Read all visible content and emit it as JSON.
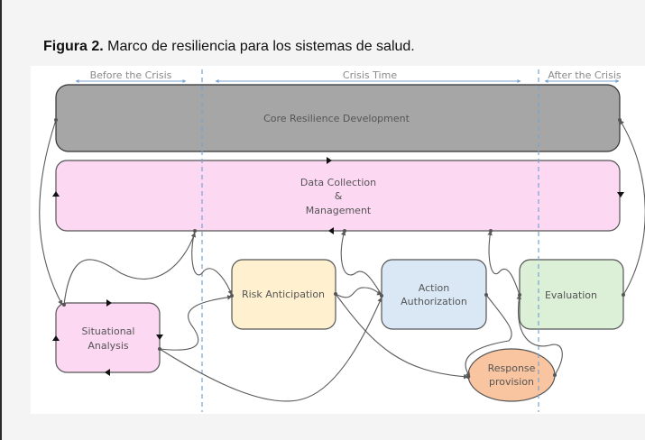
{
  "caption": {
    "label": "Figura 2.",
    "text": " Marco de resiliencia para los sistemas de salud."
  },
  "phases": {
    "before": "Before the Crisis",
    "during": "Crisis Time",
    "after": "After the Crisis"
  },
  "nodes": {
    "core": "Core Resilience Development",
    "data_line1": "Data Collection",
    "data_line2": "&",
    "data_line3": "Management",
    "situational_line1": "Situational",
    "situational_line2": "Analysis",
    "risk": "Risk Anticipation",
    "action_line1": "Action",
    "action_line2": "Authorization",
    "evaluation": "Evaluation",
    "response_line1": "Response",
    "response_line2": "provision"
  },
  "colors": {
    "core_fill": "#a6a6a6",
    "data_fill": "#fdd8f3",
    "situational_fill": "#fdd8f3",
    "risk_fill": "#fff0cf",
    "action_fill": "#dae8f6",
    "evaluation_fill": "#dcefd7",
    "response_fill": "#f9c5a0",
    "divider": "#7aa3cf",
    "edge": "#5a5a5a"
  }
}
